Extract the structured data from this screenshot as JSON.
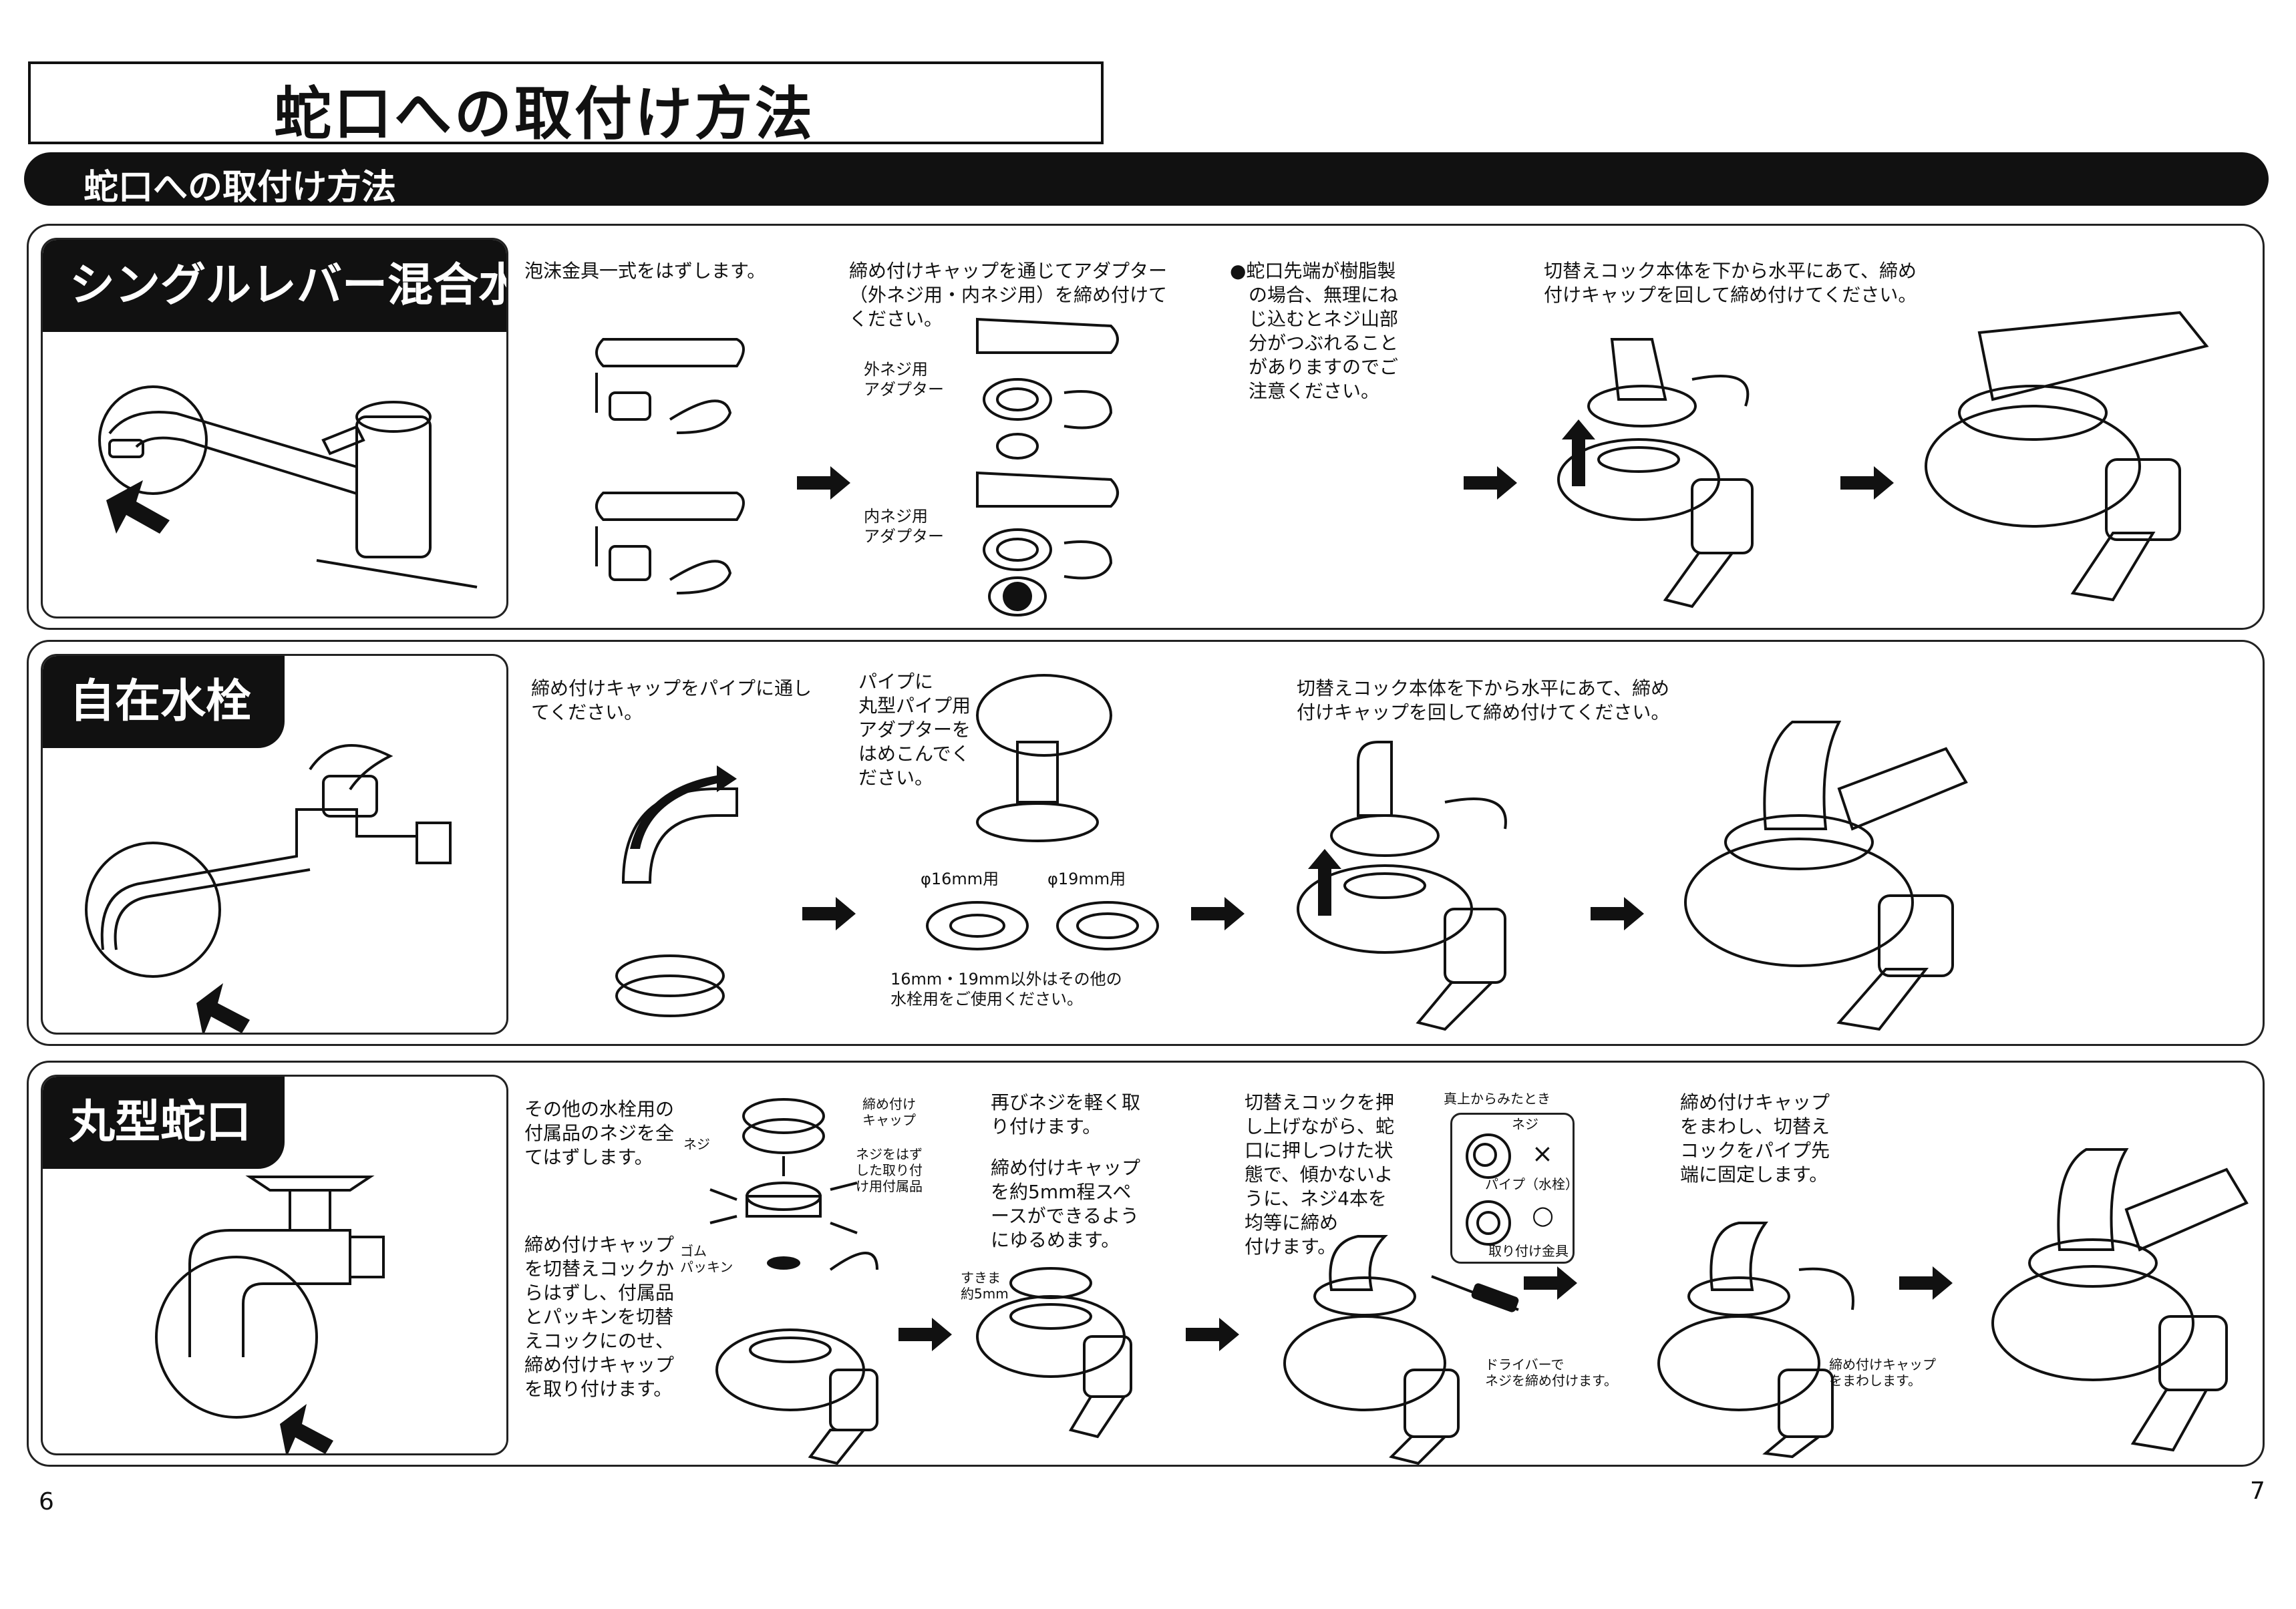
{
  "header": {
    "title": "蛇口への取付け方法",
    "bar_label": "蛇口への取付け方法"
  },
  "sections": {
    "single_lever": {
      "tag": "シングルレバー混合水栓",
      "step1": "泡沫金具一式をはずします。",
      "step2": "締め付けキャップを通じてアダプター\n（外ネジ用・内ネジ用）を締め付けて\nください。",
      "label_outer": "外ネジ用\nアダプター",
      "label_inner": "内ネジ用\nアダプター",
      "note": "●蛇口先端が樹脂製\n　の場合、無理にね\n　じ込むとネジ山部\n　分がつぶれること\n　がありますのでご\n　注意ください。",
      "step3": "切替えコック本体を下から水平にあて、締め\n付けキャップを回して締め付けてください。"
    },
    "jizai": {
      "tag": "自在水栓",
      "step1": "締め付けキャップをパイプに通し\nてください。",
      "step2": "パイプに\n丸型パイプ用\nアダプターを\nはめこんでく\nださい。",
      "size16": "φ16mm用",
      "size19": "φ19mm用",
      "note": "16mm・19mm以外はその他の\n水栓用をご使用ください。",
      "step3": "切替えコック本体を下から水平にあて、締め\n付けキャップを回して締め付けてください。"
    },
    "round": {
      "tag": "丸型蛇口",
      "step1": "その他の水栓用の\n付属品のネジを全\nてはずします。",
      "step1b": "締め付けキャップ\nを切替えコックか\nらはずし、付属品\nとパッキンを切替\nえコックにのせ、\n締め付けキャップ\nを取り付けます。",
      "label_cap": "締め付け\nキャップ",
      "label_screw": "ネジ",
      "label_remove": "ネジをはず\nした取り付\nけ用付属品",
      "label_packing": "ゴム\nパッキン",
      "step2": "再びネジを軽く取\nり付けます。",
      "step2b": "締め付けキャップ\nを約5mm程スペ\nースができるよう\nにゆるめます。",
      "label_gap": "すきま\n約5mm",
      "step3": "切替えコックを押\nし上げながら、蛇\n口に押しつけた状\n態で、傾かないよ\nうに、ネジ4本を\n均等に締め\n付けます。",
      "topview": "真上からみたとき",
      "label_neji": "ネジ",
      "label_pipe": "パイプ（水栓）",
      "label_fitting": "取り付け金具",
      "mark_ng": "×",
      "mark_ok": "○",
      "label_driver": "ドライバーで\nネジを締め付けます。",
      "step4": "締め付けキャップ\nをまわし、切替え\nコックをパイプ先\n端に固定します。",
      "label_turn": "締め付けキャップ\nをまわします。"
    }
  },
  "pages": {
    "left": "6",
    "right": "7"
  }
}
